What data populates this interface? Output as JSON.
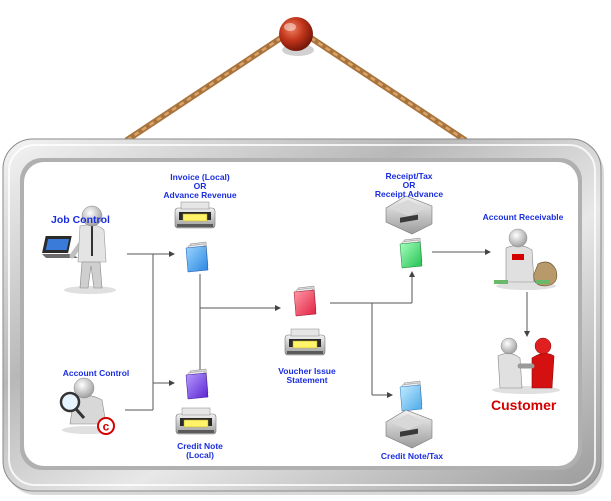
{
  "nodes": {
    "job_control": "Job Control",
    "account_control": "Account Control",
    "invoice": "Invoice (Local)\nOR\nAdvance Revenue",
    "credit_note_local": "Credit Note\n(Local)",
    "voucher": "Voucher Issue\nStatement",
    "receipt": "Receipt/Tax\nOR\nReceipt Advance",
    "credit_note_tax": "Credit Note/Tax",
    "account_receivable": "Account Receivable",
    "customer": "Customer"
  },
  "colors": {
    "label_blue": "#1a2ee0",
    "customer_red": "#d40000",
    "doc_blue": "#3aa0f0",
    "doc_purple": "#7a3ee8",
    "doc_red": "#f0405a",
    "doc_green": "#3ee06a",
    "doc_lightblue": "#6cc0f0",
    "nail": "#c0341a",
    "rope": "#c8884a"
  },
  "icons": {
    "job_control": "person-laptop-icon",
    "account_control": "person-magnifier-copyright-icon",
    "printer": "printer-icon",
    "document": "document-stack-icon",
    "account_receivable": "person-money-bag-icon",
    "customer": "handshake-icon"
  }
}
